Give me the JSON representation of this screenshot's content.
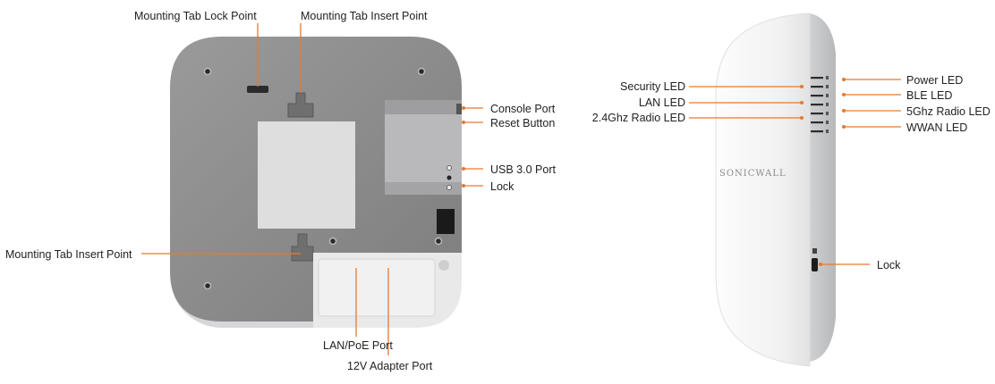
{
  "colors": {
    "leader": "#e8792e",
    "back_panel": "#8e8e8e",
    "body_white": "#f4f4f4",
    "edge_grey": "#c9cacc"
  },
  "back_view": {
    "labels": {
      "mounting_tab_lock_point": "Mounting Tab Lock Point",
      "mounting_tab_insert_point_top": "Mounting Tab Insert Point",
      "console_port": "Console Port",
      "reset_button": "Reset Button",
      "usb_port": "USB 3.0 Port",
      "lock": "Lock",
      "mounting_tab_insert_point_left": "Mounting Tab Insert Point",
      "lan_poe_port": "LAN/PoE Port",
      "adapter_port": "12V Adapter Port"
    }
  },
  "side_view": {
    "labels": {
      "security_led": "Security LED",
      "lan_led": "LAN LED",
      "radio_24_led": "2.4Ghz Radio LED",
      "power_led": "Power LED",
      "ble_led": "BLE LED",
      "radio_5_led": "5Ghz Radio LED",
      "wwan_led": "WWAN LED",
      "lock": "Lock"
    },
    "logo_text": "SONICWALL"
  }
}
